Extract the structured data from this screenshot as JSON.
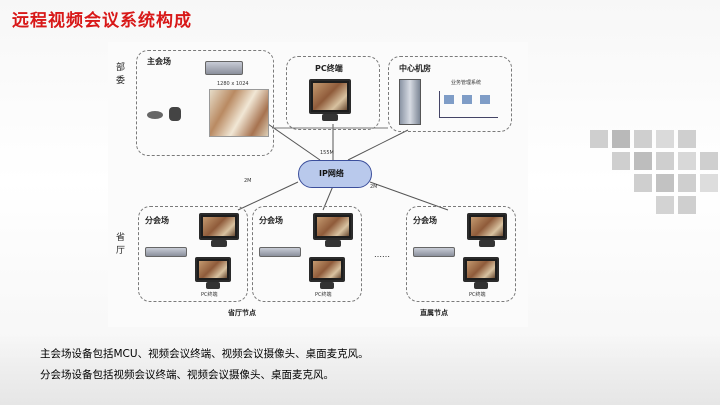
{
  "title": "远程视频会议系统构成",
  "diagram": {
    "side_labels": {
      "top": "部委",
      "bottom": "省厅"
    },
    "main_venue": {
      "label": "主会场",
      "resolution": "1280 x 1024"
    },
    "pc_terminal": {
      "label": "PC终端"
    },
    "center_room": {
      "label": "中心机房",
      "mgmt": "业务管理系统"
    },
    "network": {
      "label": "IP网络",
      "link_top": "155M",
      "link_left": "2M",
      "link_right": "2M"
    },
    "branches": [
      {
        "label": "分会场",
        "pc_label": "PC终端"
      },
      {
        "label": "分会场",
        "pc_label": "PC终端"
      },
      {
        "label": "分会场",
        "pc_label": "PC终端"
      }
    ],
    "ellipsis": "……",
    "footer_left": "省厅节点",
    "footer_right": "直属节点"
  },
  "captions": [
    "主会场设备包括MCU、视频会议终端、视频会议摄像头、桌面麦克风。",
    "分会场设备包括视频会议终端、视频会议摄像头、桌面麦克风。"
  ]
}
